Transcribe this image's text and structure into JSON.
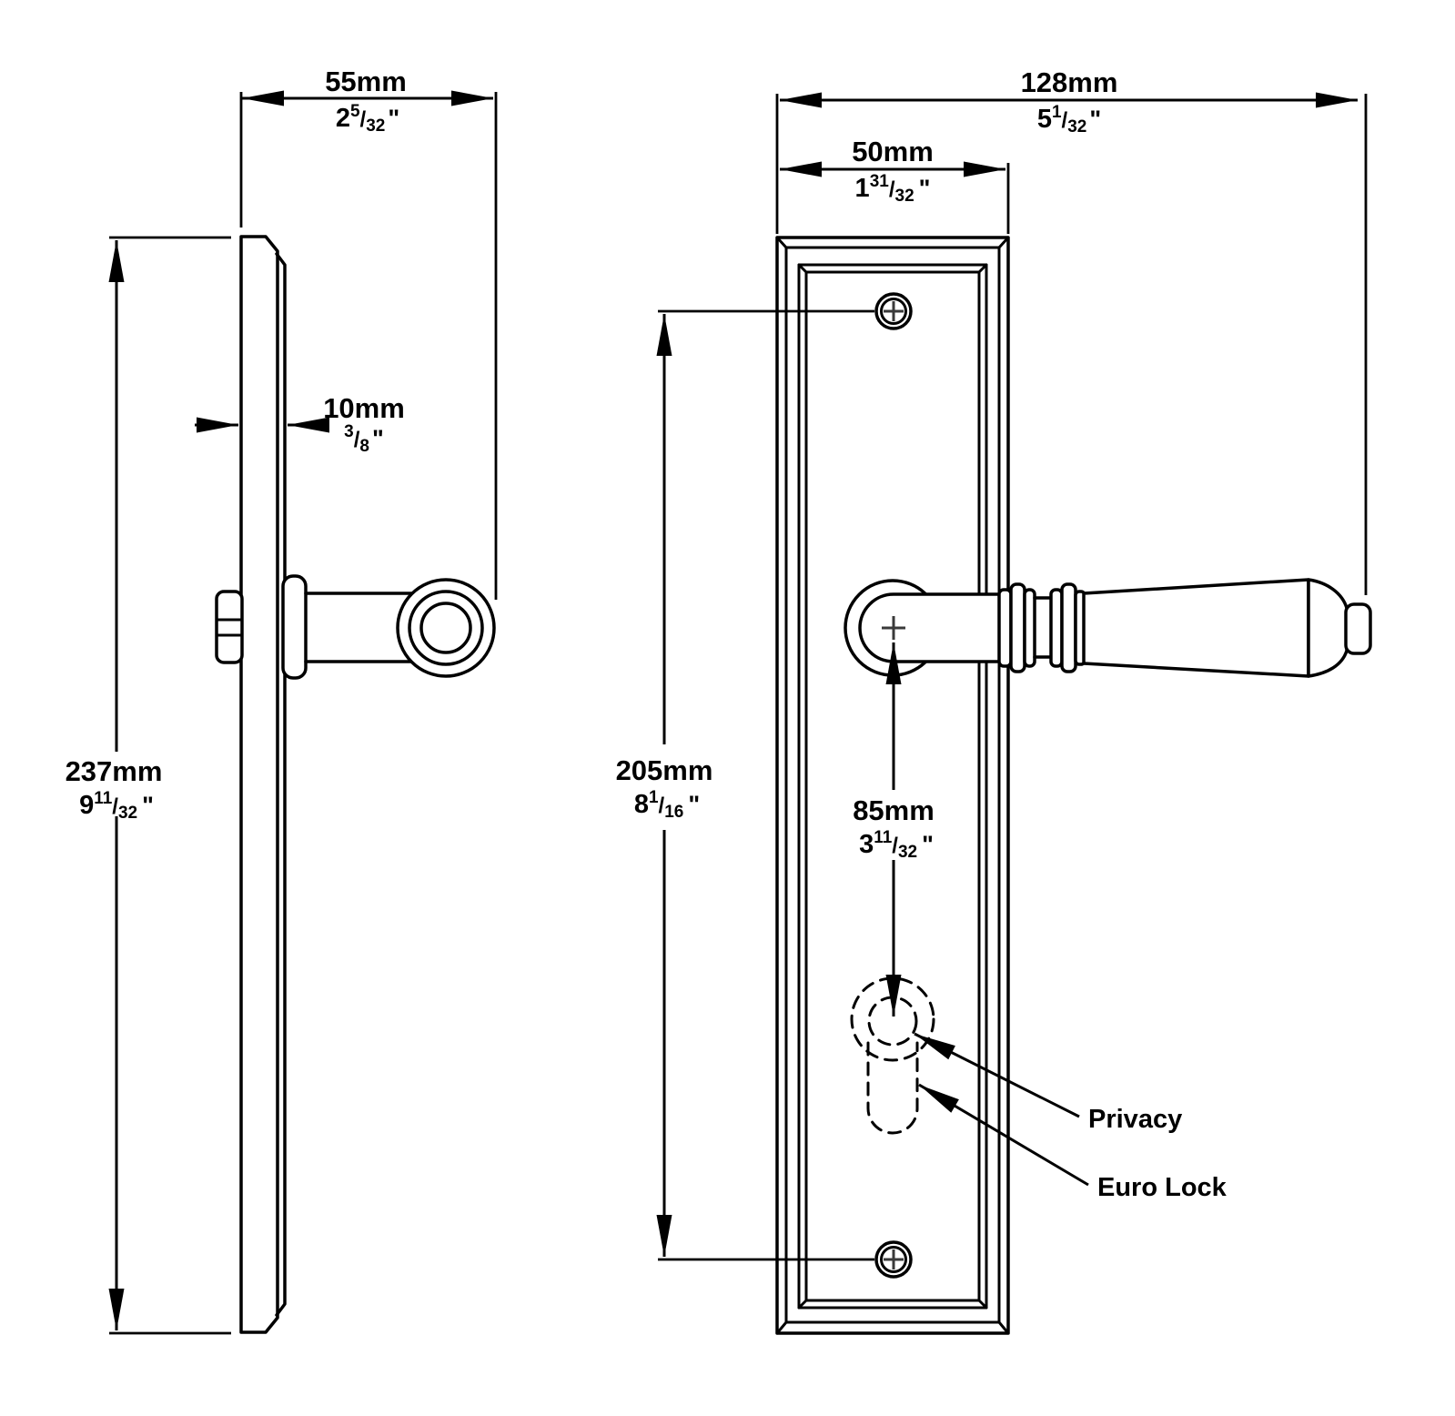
{
  "drawing": {
    "title": "door-lever-on-backplate-dimension-drawing",
    "colors": {
      "line": "#000000",
      "centre_mark": "#3a3a3a",
      "background": "#ffffff"
    },
    "glyphs": {
      "fraction_slash": "/",
      "inch_mark": "\""
    },
    "labels": {
      "privacy": "Privacy",
      "euro_lock": "Euro Lock"
    },
    "dims": {
      "side_depth": {
        "mm": "55mm",
        "whole": "2",
        "num": "5",
        "den": "32"
      },
      "side_thickness": {
        "mm": "10mm",
        "whole": "",
        "num": "3",
        "den": "8"
      },
      "side_height": {
        "mm": "237mm",
        "whole": "9",
        "num": "11",
        "den": "32"
      },
      "front_width": {
        "mm": "128mm",
        "whole": "5",
        "num": "1",
        "den": "32"
      },
      "plate_width": {
        "mm": "50mm",
        "whole": "1",
        "num": "31",
        "den": "32"
      },
      "screw_centres": {
        "mm": "205mm",
        "whole": "8",
        "num": "1",
        "den": "16"
      },
      "lock_centre": {
        "mm": "85mm",
        "whole": "3",
        "num": "11",
        "den": "32"
      }
    }
  }
}
